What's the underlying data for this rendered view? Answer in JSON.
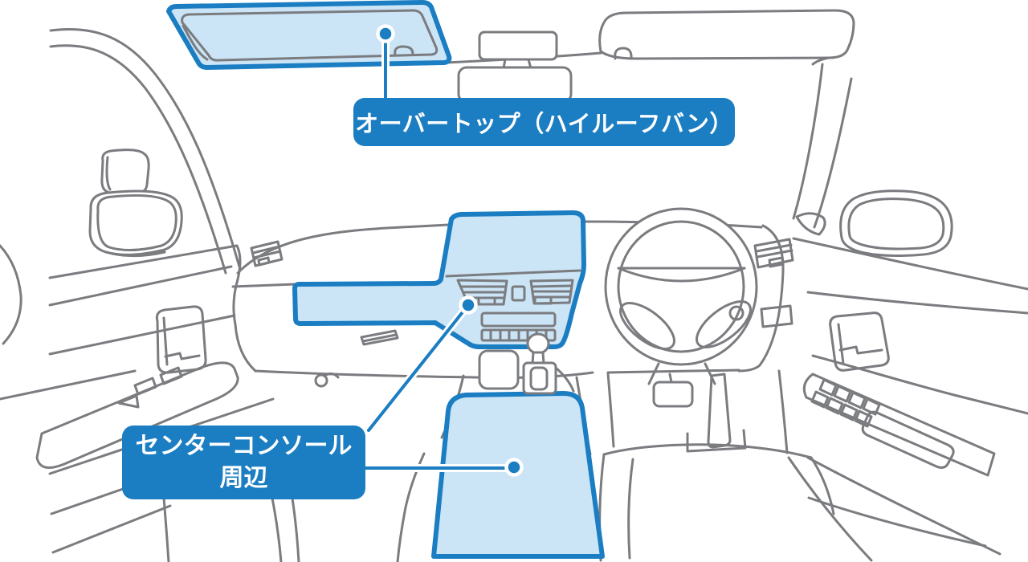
{
  "diagram": {
    "type": "car-interior-callout-illustration",
    "callouts": [
      {
        "id": "overtop",
        "label": "オーバートップ（ハイルーフバン）"
      },
      {
        "id": "center-console",
        "label_line1": "センターコンソール",
        "label_line2": "周辺"
      }
    ],
    "highlighted_regions": [
      "overtop-shelf",
      "center-console-dashboard",
      "floor-console"
    ],
    "colors": {
      "accent": "#1b7dc2",
      "highlight_fill": "#cbe5f6",
      "line_art": "#7b7c80",
      "label_text": "#ffffff",
      "background": "#ffffff"
    }
  }
}
